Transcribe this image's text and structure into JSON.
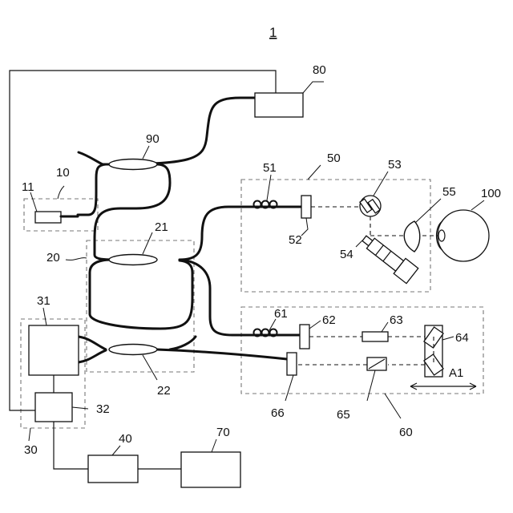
{
  "figure": {
    "number": "1"
  },
  "labels": {
    "l80": "80",
    "l90": "90",
    "l11": "11",
    "l10": "10",
    "l21": "21",
    "l20": "20",
    "l22": "22",
    "l31": "31",
    "l32": "32",
    "l30": "30",
    "l40": "40",
    "l70": "70",
    "l50": "50",
    "l51": "51",
    "l52": "52",
    "l53": "53",
    "l54": "54",
    "l55": "55",
    "l100": "100",
    "l60": "60",
    "l61": "61",
    "l62": "62",
    "l63": "63",
    "l64": "64",
    "l65": "65",
    "l66": "66",
    "a1": "A1"
  }
}
